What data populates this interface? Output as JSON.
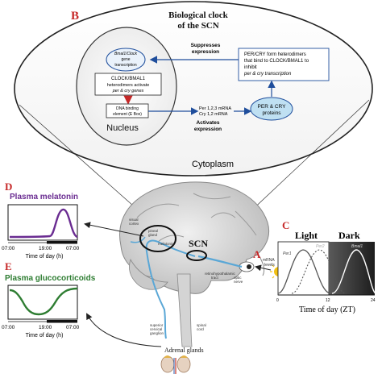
{
  "panels": {
    "b": {
      "letter": "B",
      "title_line1": "Biological clock",
      "title_line2": "of the SCN",
      "suppresses_line1": "Suppresses",
      "suppresses_line2": "expression",
      "per_cry_box": [
        "PER/CRY form heterodimers",
        "that bind to CLOCK/BMAL1 to",
        "inhibit",
        "per & cry transcription"
      ],
      "bmal_oval": [
        "Bmal1/Clock",
        "gene",
        "transcription"
      ],
      "clock_box": [
        "CLOCK/BMAL1",
        "heterodimers activate",
        "per & cry genes"
      ],
      "dna_box": [
        "DNA binding",
        "element (E Box)"
      ],
      "mrna_line1": "Per 1,2,3 mRNA",
      "mrna_line2": "Cry 1,2 mRNA",
      "activates_line1": "Activates",
      "activates_line2": "expression",
      "proteins_oval": [
        "PER & CRY",
        "proteins"
      ],
      "nucleus_label": "Nucleus",
      "cytoplasm_label": "Cytoplasm"
    },
    "d": {
      "letter": "D",
      "title": "Plasma melatonin",
      "xtick_left": "07:00",
      "xtick_mid": "19:00",
      "xtick_right": "07:00",
      "xlabel": "Time of day (h)"
    },
    "e": {
      "letter": "E",
      "title": "Plasma glucocorticoids",
      "xtick_left": "07:00",
      "xtick_mid": "19:00",
      "xtick_right": "07:00",
      "xlabel": "Time of day (h)"
    },
    "c": {
      "letter": "C",
      "light_label": "Light",
      "dark_label": "Dark",
      "per1": "Per1",
      "per2": "Per2",
      "bmal": "Bmal1",
      "ylab1": "mRNA",
      "ylab2": "levels",
      "ticks": [
        "0",
        "12",
        "24"
      ],
      "xlabel": "Time of day (ZT)"
    },
    "a": {
      "letter": "A"
    },
    "brain": {
      "scn": "SCN",
      "visual_cortex": [
        "visual",
        "cortex"
      ],
      "pineal": [
        "pineal",
        "gland"
      ],
      "melatonin": "melatonin",
      "retino": "retinohypothalamic",
      "tract": "tract",
      "optic": [
        "optic",
        "nerve"
      ],
      "superior": [
        "superior",
        "cervical",
        "ganglion"
      ],
      "spinal": [
        "spinal",
        "cord"
      ],
      "adrenal": "Adrenal glands"
    }
  },
  "colors": {
    "melatonin": "#6a2c91",
    "glucocorticoids": "#2e7d32",
    "panel_letter": "#c62828",
    "arrow_blue": "#1f4e9c",
    "pathway": "#5aa7d6",
    "sun": "#f2c012"
  }
}
